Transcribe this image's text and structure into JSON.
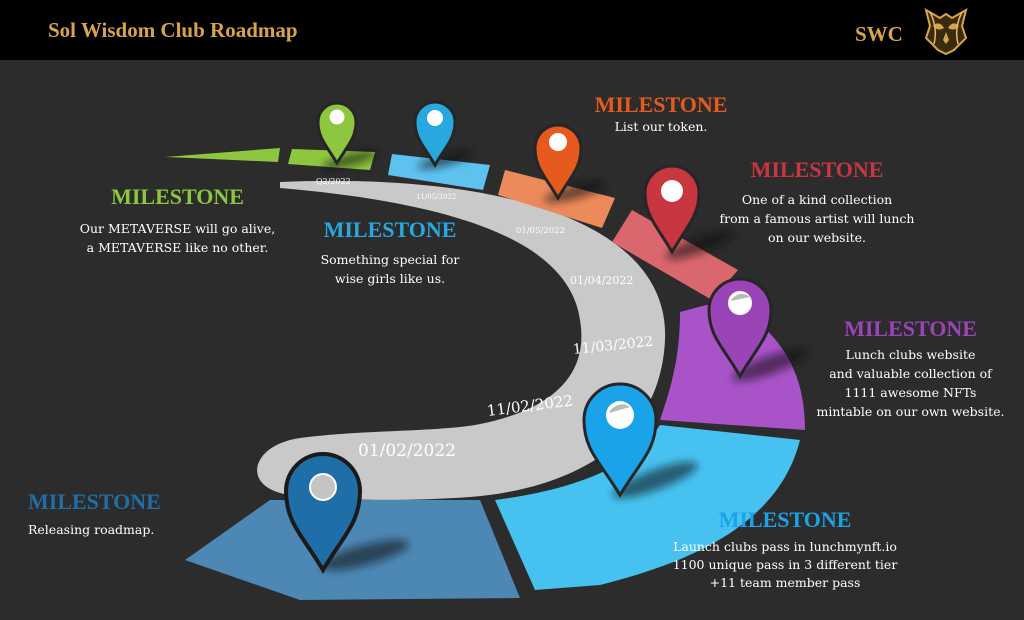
{
  "header": {
    "title": "Sol Wisdom Club Roadmap",
    "brand": "SWC"
  },
  "colors": {
    "gold": "#d9a449",
    "green": "#8dc63f",
    "blue_light": "#29a8e0",
    "orange": "#e65a1e",
    "red": "#c8373f",
    "purple": "#9b44b8",
    "cyan": "#1aa3e8",
    "navy": "#1f6ea8"
  },
  "milestones": [
    {
      "heading": "MILESTONE",
      "lines": [
        "Releasing roadmap."
      ]
    },
    {
      "heading": "MILESTONE",
      "lines": [
        "Launch clubs pass in lunchmynft.io",
        "1100 unique pass in 3 different tier",
        "+11 team member pass"
      ]
    },
    {
      "heading": "MILESTONE",
      "lines": [
        "Lunch clubs website",
        "and valuable collection of",
        "1111 awesome NFTs",
        "mintable on our own website."
      ]
    },
    {
      "heading": "MILESTONE",
      "lines": [
        "One of a kind collection",
        "from a famous artist will lunch",
        "on our website."
      ]
    },
    {
      "heading": "MILESTONE",
      "lines": [
        "List our token."
      ]
    },
    {
      "heading": "MILESTONE",
      "lines": [
        "Something special for",
        "wise girls like us."
      ]
    },
    {
      "heading": "MILESTONE",
      "lines": [
        "Our METAVERSE will go alive,",
        "a METAVERSE like no other."
      ]
    }
  ],
  "dates": [
    "01/02/2022",
    "11/02/2022",
    "11/03/2022",
    "01/04/2022",
    "01/05/2022",
    "11/05/2022",
    "Q2/2022"
  ]
}
